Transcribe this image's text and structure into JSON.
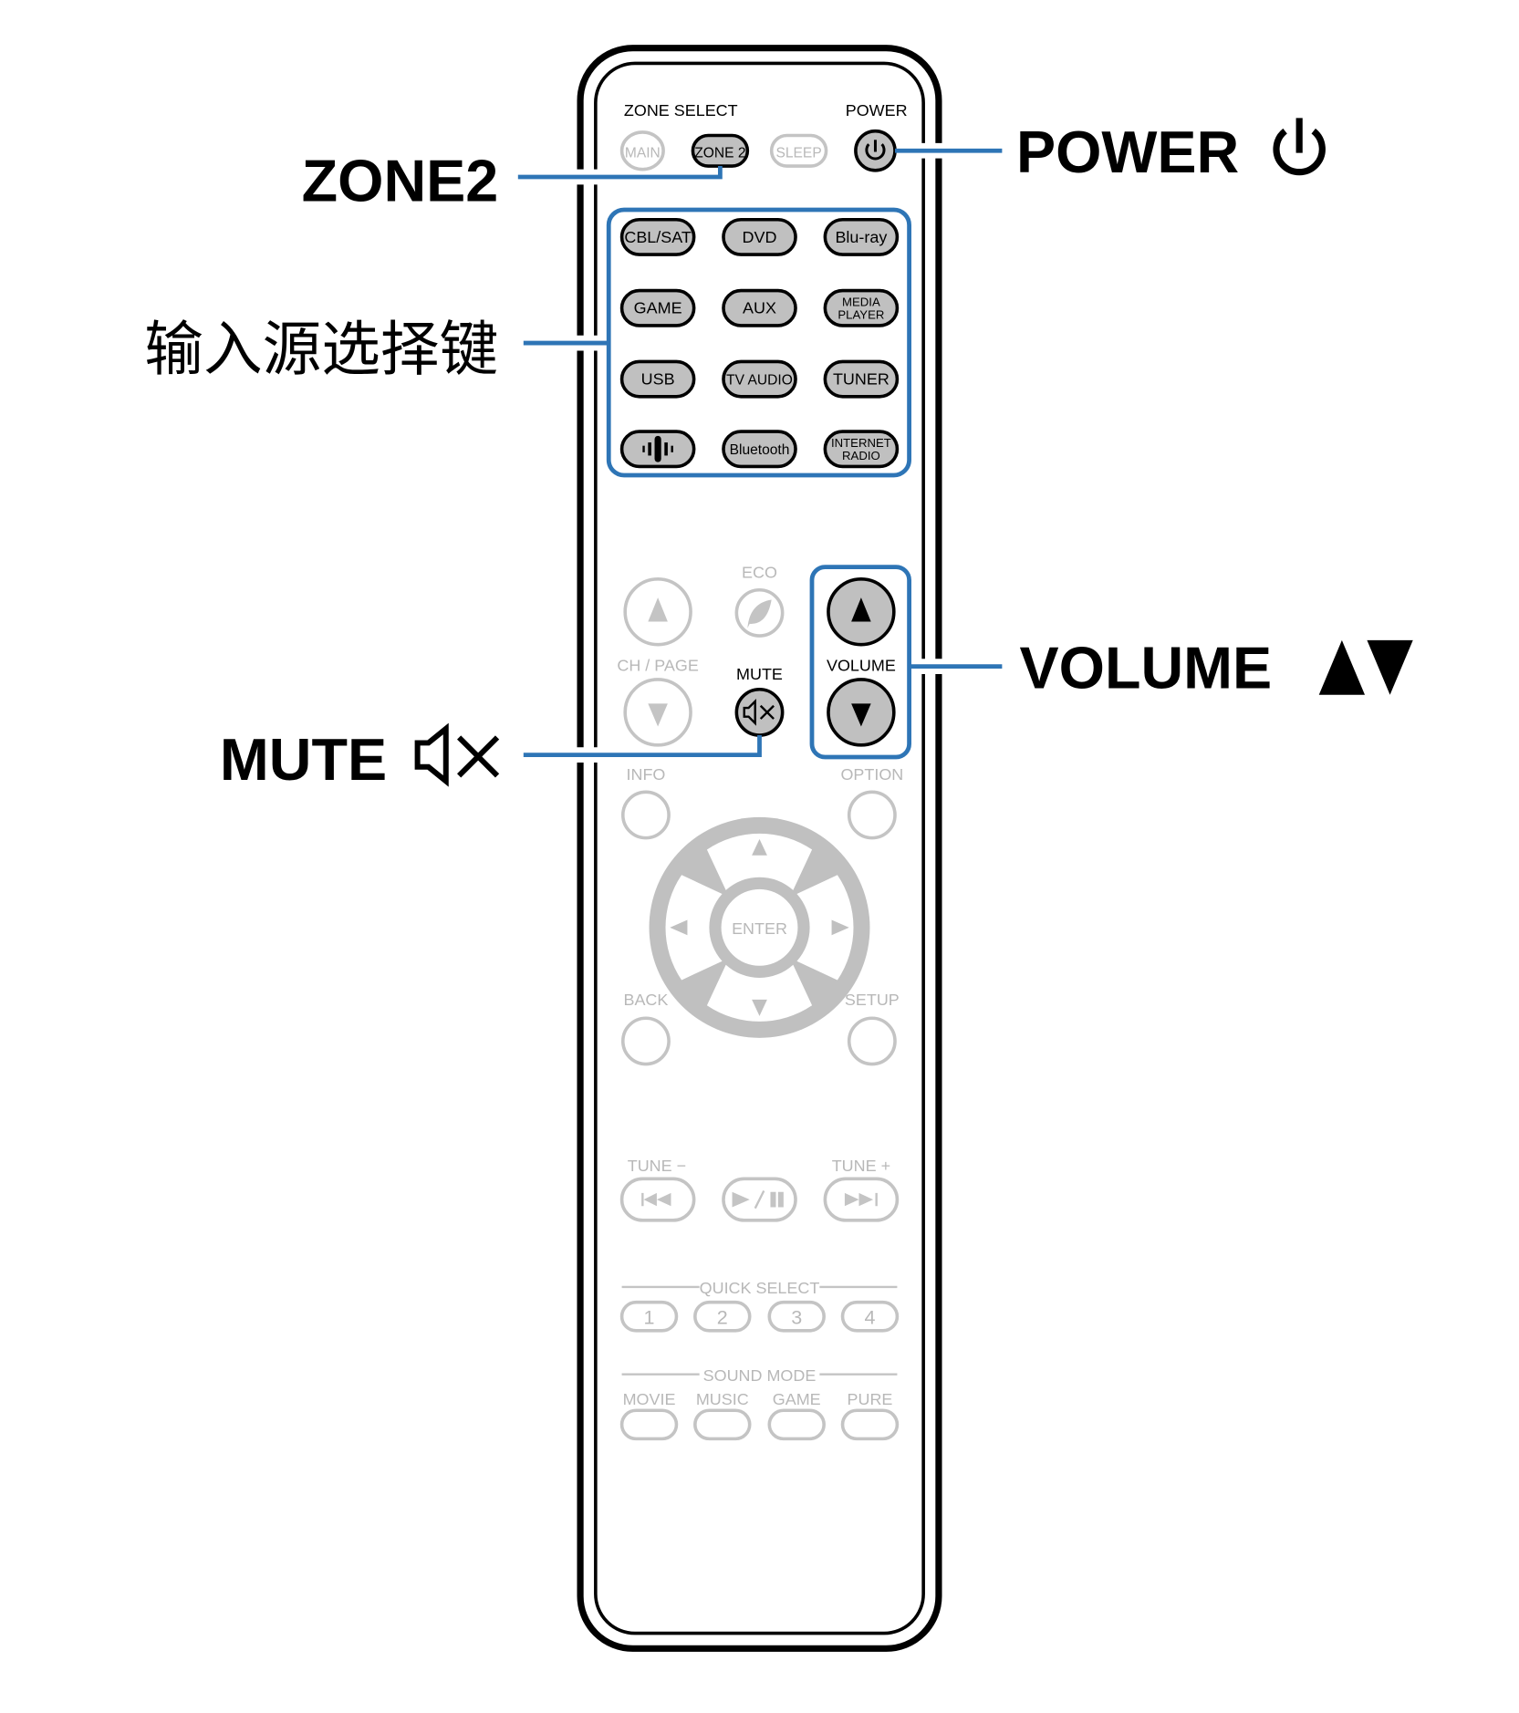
{
  "colors": {
    "accent": "#2e75b6",
    "highlight_fill": "#c0c0c0",
    "inactive": "#c4c4c4"
  },
  "callouts": {
    "zone2": "ZONE2",
    "power": "POWER",
    "input_keys": "输入源选择键",
    "mute": "MUTE",
    "volume": "VOLUME"
  },
  "remote": {
    "zone_select_label": "ZONE SELECT",
    "power_label": "POWER",
    "zone_buttons": [
      "MAIN",
      "ZONE 2",
      "SLEEP"
    ],
    "input_buttons": [
      [
        "CBL/SAT",
        "DVD",
        "Blu-ray"
      ],
      [
        "GAME",
        "AUX",
        "MEDIA|PLAYER"
      ],
      [
        "USB",
        "TV AUDIO",
        "TUNER"
      ],
      [
        "",
        "Bluetooth",
        "INTERNET|RADIO"
      ]
    ],
    "media_player_l1": "MEDIA",
    "media_player_l2": "PLAYER",
    "internet_radio_l1": "INTERNET",
    "internet_radio_l2": "RADIO",
    "eco": "ECO",
    "ch_page": "CH / PAGE",
    "mute": "MUTE",
    "volume": "VOLUME",
    "info": "INFO",
    "option": "OPTION",
    "enter": "ENTER",
    "back": "BACK",
    "setup": "SETUP",
    "tune_minus": "TUNE −",
    "tune_plus": "TUNE +",
    "quick_select": "QUICK SELECT",
    "quick_buttons": [
      "1",
      "2",
      "3",
      "4"
    ],
    "sound_mode": "SOUND MODE",
    "sound_modes": [
      "MOVIE",
      "MUSIC",
      "GAME",
      "PURE"
    ]
  }
}
